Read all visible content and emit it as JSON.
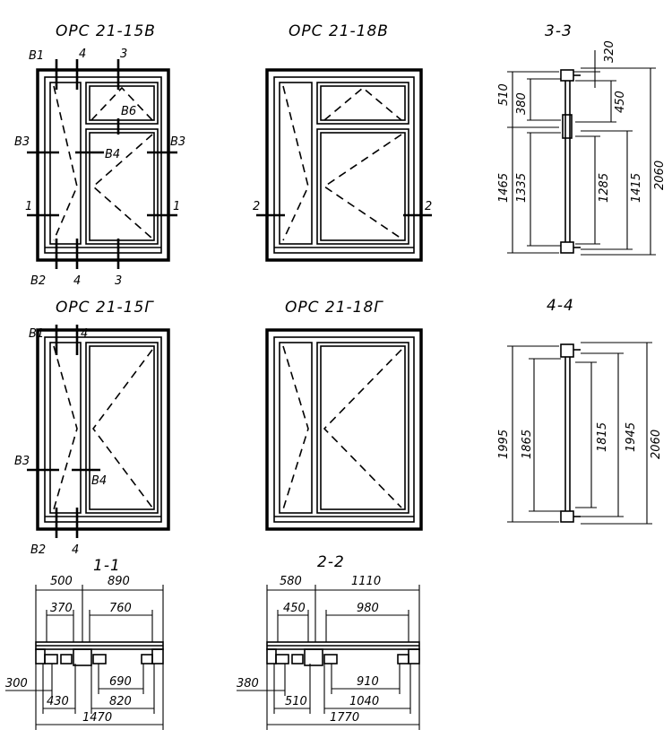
{
  "titles": {
    "w1": "ОРС 21-15В",
    "w2": "ОРС 21-18В",
    "w3": "ОРС 21-15Г",
    "w4": "ОРС 21-18Г",
    "s33": "3-3",
    "s44": "4-4",
    "s11": "1-1",
    "s22": "2-2"
  },
  "markers": {
    "b1": "В1",
    "b2": "В2",
    "b3": "В3",
    "b4": "В4",
    "b6": "В6",
    "n1": "1",
    "n2": "2",
    "n3": "3",
    "n4": "4"
  },
  "dims": {
    "d320": "320",
    "d510": "510",
    "d380": "380",
    "d450": "450",
    "d1465": "1465",
    "d1335": "1335",
    "d1285": "1285",
    "d1415": "1415",
    "d2060": "2060",
    "d1995": "1995",
    "d1865": "1865",
    "d1815": "1815",
    "d1945": "1945",
    "d500": "500",
    "d890": "890",
    "d370": "370",
    "d760": "760",
    "d300": "300",
    "d690": "690",
    "d430": "430",
    "d820": "820",
    "d1470": "1470",
    "d580": "580",
    "d1110": "1110",
    "d980": "980",
    "d910": "910",
    "d1040": "1040",
    "d1770": "1770"
  }
}
